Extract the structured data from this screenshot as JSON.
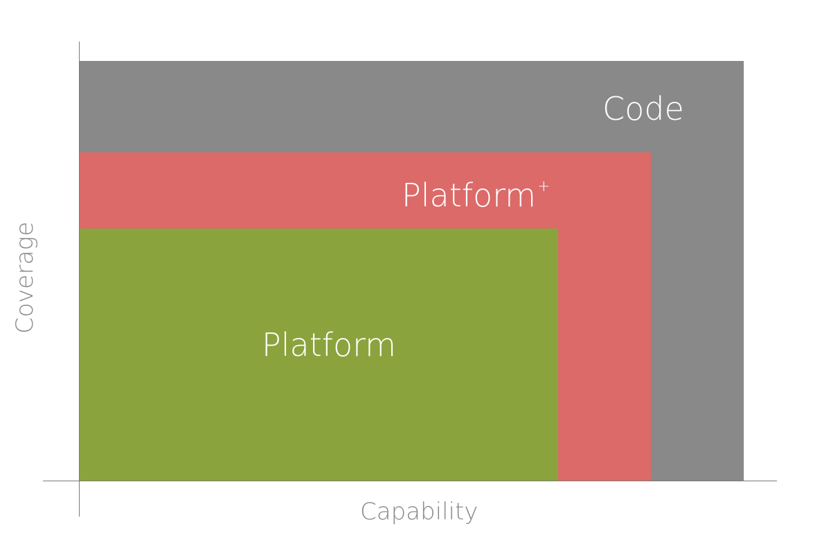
{
  "diagram": {
    "regions": [
      {
        "id": "code",
        "label": "Code",
        "color": "#898989"
      },
      {
        "id": "platform-plus",
        "label": "Platform",
        "superscript": "+",
        "color": "#db6a69"
      },
      {
        "id": "platform",
        "label": "Platform",
        "color": "#8ba33d"
      }
    ],
    "x_axis_label": "Capability",
    "y_axis_label": "Coverage",
    "axis_color": "#7a7a7a",
    "axis_label_color": "#8a8a8a"
  }
}
